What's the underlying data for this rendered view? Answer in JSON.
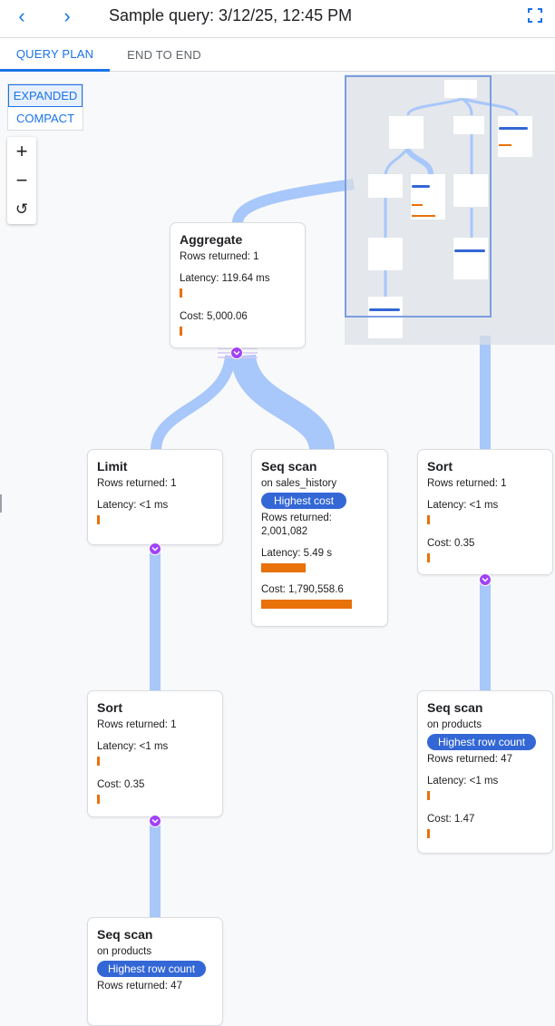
{
  "header": {
    "title": "Sample query: 3/12/25, 12:45 PM",
    "back_icon": "chevron-left-icon",
    "forward_icon": "chevron-right-icon",
    "fullscreen_icon": "fullscreen-icon"
  },
  "tabs": [
    {
      "label": "QUERY PLAN",
      "active": true
    },
    {
      "label": "END TO END",
      "active": false
    }
  ],
  "view_toggle": {
    "expanded": "EXPANDED",
    "compact": "COMPACT",
    "selected": "EXPANDED"
  },
  "zoom_controls": {
    "zoom_in": "+",
    "zoom_out": "−",
    "reset": "↺"
  },
  "colors": {
    "accent": "#1a73e8",
    "edge": "#a8c7fa",
    "bar": "#e8710a",
    "badge": "#3367d6",
    "chevron": "#a142f4"
  },
  "nodes": {
    "aggregate": {
      "title": "Aggregate",
      "rows": "Rows returned: 1",
      "latency": "Latency: 119.64 ms",
      "cost": "Cost: 5,000.06"
    },
    "limit": {
      "title": "Limit",
      "rows": "Rows returned: 1",
      "latency": "Latency: <1 ms"
    },
    "seq_sales": {
      "title": "Seq scan",
      "on": "on sales_history",
      "badge": "Highest cost",
      "rows_label": "Rows returned:",
      "rows_value": "2,001,082",
      "latency": "Latency: 5.49 s",
      "cost": "Cost: 1,790,558.6",
      "latency_fraction": 0.49,
      "cost_fraction": 1.0
    },
    "sort_right": {
      "title": "Sort",
      "rows": "Rows returned: 1",
      "latency": "Latency: <1 ms",
      "cost": "Cost: 0.35"
    },
    "sort_left": {
      "title": "Sort",
      "rows": "Rows returned: 1",
      "latency": "Latency: <1 ms",
      "cost": "Cost: 0.35"
    },
    "seq_products_right": {
      "title": "Seq scan",
      "on": "on products",
      "badge": "Highest row count",
      "rows": "Rows returned: 47",
      "latency": "Latency: <1 ms",
      "cost": "Cost: 1.47"
    },
    "seq_products_left": {
      "title": "Seq scan",
      "on": "on products",
      "badge": "Highest row count",
      "rows": "Rows returned: 47"
    }
  }
}
